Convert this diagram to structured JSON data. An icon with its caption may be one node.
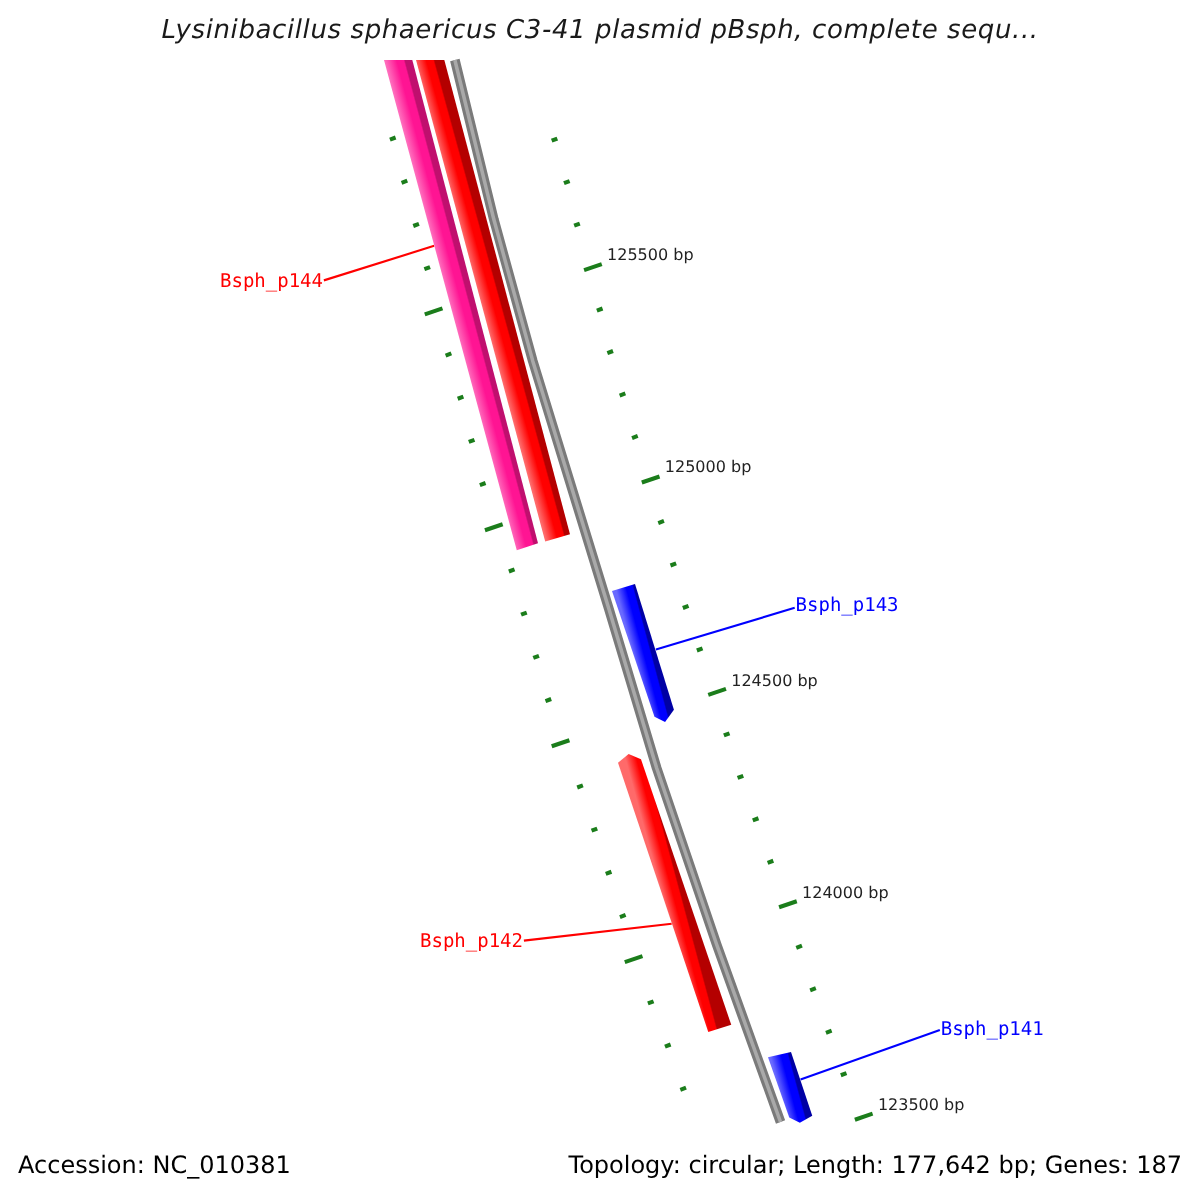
{
  "diagram": {
    "title": "Lysinibacillus sphaericus C3-41 plasmid pBsph, complete sequ...",
    "nodes": [
      {
        "text": [
          "Bsph_p144"
        ]
      },
      {
        "text": [],
        "shape": "bar"
      },
      {
        "text": [],
        "shape": "bar"
      },
      {
        "text": [
          "Bsph_p143"
        ]
      },
      {
        "text": [],
        "shape": "arrow"
      },
      {
        "text": [
          "Bsph_p142"
        ]
      },
      {
        "text": [],
        "shape": "arrow"
      },
      {
        "text": [
          "Bsph_p141"
        ]
      },
      {
        "text": [],
        "shape": "arrow"
      }
    ],
    "edges": [
      {
        "from": 0,
        "to": 1,
        "arrow": "none",
        "color": "#ff0000"
      },
      {
        "from": 3,
        "to": 4,
        "arrow": "none",
        "color": "#0000ff"
      },
      {
        "from": 5,
        "to": 6,
        "arrow": "none",
        "color": "#ff0000"
      },
      {
        "from": 7,
        "to": 8,
        "arrow": "none",
        "color": "#0000ff"
      }
    ],
    "labels": [
      "125500 bp",
      "125000 bp",
      "124500 bp",
      "124000 bp",
      "123500 bp",
      "Accession: NC_010381",
      "Topology: circular; Length: 177,642 bp; Genes: 187"
    ]
  }
}
